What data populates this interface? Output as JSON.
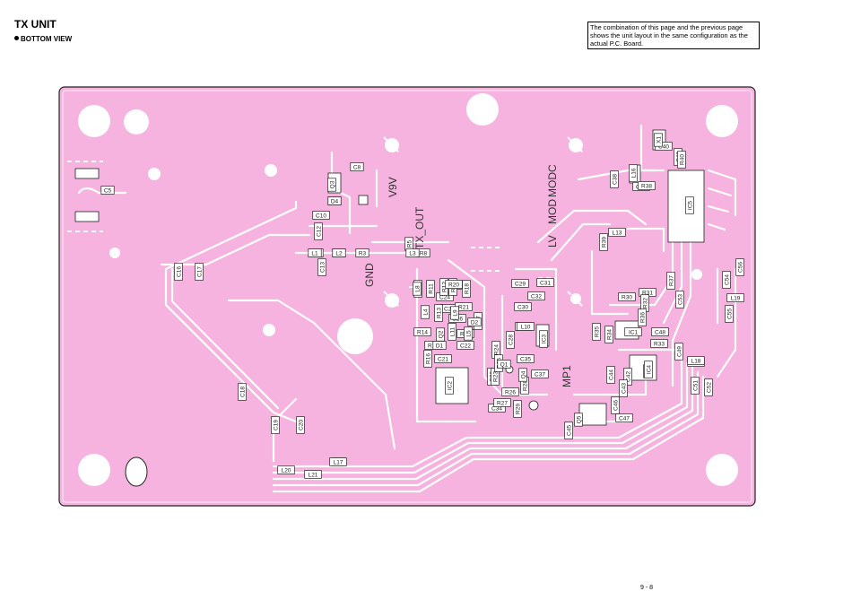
{
  "header": {
    "title": "TX UNIT",
    "view": "BOTTOM VIEW",
    "note": "The combination of this page and the previous page shows the unit layout in the same configuration as the actual P.C. Board."
  },
  "board": {
    "colors": {
      "pcb": "#f7b3df",
      "trace": "#ffffff",
      "outline": "#222222",
      "text": "#333333"
    },
    "silkscreen": {
      "v9v": "V9V",
      "tx_out": "TX_OUT",
      "gnd": "GND",
      "lv": "LV",
      "mod": "MOD",
      "modc": "MODC",
      "mp1": "MP1"
    },
    "components": [
      {
        "ref": "C5"
      },
      {
        "ref": "C6"
      },
      {
        "ref": "C8"
      },
      {
        "ref": "C10"
      },
      {
        "ref": "C12"
      },
      {
        "ref": "C13"
      },
      {
        "ref": "C16"
      },
      {
        "ref": "C17"
      },
      {
        "ref": "C18"
      },
      {
        "ref": "C19"
      },
      {
        "ref": "C20"
      },
      {
        "ref": "C21"
      },
      {
        "ref": "C22"
      },
      {
        "ref": "C23"
      },
      {
        "ref": "C24"
      },
      {
        "ref": "C25"
      },
      {
        "ref": "C26"
      },
      {
        "ref": "C27"
      },
      {
        "ref": "C28"
      },
      {
        "ref": "C29"
      },
      {
        "ref": "C30"
      },
      {
        "ref": "C31"
      },
      {
        "ref": "C32"
      },
      {
        "ref": "C33"
      },
      {
        "ref": "C34"
      },
      {
        "ref": "C35"
      },
      {
        "ref": "C36"
      },
      {
        "ref": "C37"
      },
      {
        "ref": "C38"
      },
      {
        "ref": "C39"
      },
      {
        "ref": "C40"
      },
      {
        "ref": "C41"
      },
      {
        "ref": "C42"
      },
      {
        "ref": "C43"
      },
      {
        "ref": "C44"
      },
      {
        "ref": "C45"
      },
      {
        "ref": "C46"
      },
      {
        "ref": "C47"
      },
      {
        "ref": "C48"
      },
      {
        "ref": "C49"
      },
      {
        "ref": "C50"
      },
      {
        "ref": "C51"
      },
      {
        "ref": "C52"
      },
      {
        "ref": "C53"
      },
      {
        "ref": "C54"
      },
      {
        "ref": "C55"
      },
      {
        "ref": "C56"
      },
      {
        "ref": "R1"
      },
      {
        "ref": "R2"
      },
      {
        "ref": "R3"
      },
      {
        "ref": "R5"
      },
      {
        "ref": "R8"
      },
      {
        "ref": "R10"
      },
      {
        "ref": "R11"
      },
      {
        "ref": "R12"
      },
      {
        "ref": "R13"
      },
      {
        "ref": "R14"
      },
      {
        "ref": "R15"
      },
      {
        "ref": "R16"
      },
      {
        "ref": "R17"
      },
      {
        "ref": "R18"
      },
      {
        "ref": "R20"
      },
      {
        "ref": "R21"
      },
      {
        "ref": "R22"
      },
      {
        "ref": "R23"
      },
      {
        "ref": "R24"
      },
      {
        "ref": "R25"
      },
      {
        "ref": "R26"
      },
      {
        "ref": "R27"
      },
      {
        "ref": "R28"
      },
      {
        "ref": "R29"
      },
      {
        "ref": "R30"
      },
      {
        "ref": "R31"
      },
      {
        "ref": "R32"
      },
      {
        "ref": "R33"
      },
      {
        "ref": "R34"
      },
      {
        "ref": "R35"
      },
      {
        "ref": "R36"
      },
      {
        "ref": "R37"
      },
      {
        "ref": "R38"
      },
      {
        "ref": "R39"
      },
      {
        "ref": "R40"
      },
      {
        "ref": "L1"
      },
      {
        "ref": "L2"
      },
      {
        "ref": "L3"
      },
      {
        "ref": "L4"
      },
      {
        "ref": "L5"
      },
      {
        "ref": "L7"
      },
      {
        "ref": "L8"
      },
      {
        "ref": "L9"
      },
      {
        "ref": "L10"
      },
      {
        "ref": "L11"
      },
      {
        "ref": "L13"
      },
      {
        "ref": "L16"
      },
      {
        "ref": "L17"
      },
      {
        "ref": "L18"
      },
      {
        "ref": "L19"
      },
      {
        "ref": "L20"
      },
      {
        "ref": "L21"
      },
      {
        "ref": "D1"
      },
      {
        "ref": "D2"
      },
      {
        "ref": "D4"
      },
      {
        "ref": "Q1"
      },
      {
        "ref": "Q2"
      },
      {
        "ref": "Q3"
      },
      {
        "ref": "Q4"
      },
      {
        "ref": "Q5"
      },
      {
        "ref": "Q6"
      },
      {
        "ref": "IC1"
      },
      {
        "ref": "IC2"
      },
      {
        "ref": "IC3"
      },
      {
        "ref": "IC4"
      },
      {
        "ref": "IC5"
      },
      {
        "ref": "X1"
      }
    ]
  },
  "footer": {
    "page": "9 - 8"
  }
}
